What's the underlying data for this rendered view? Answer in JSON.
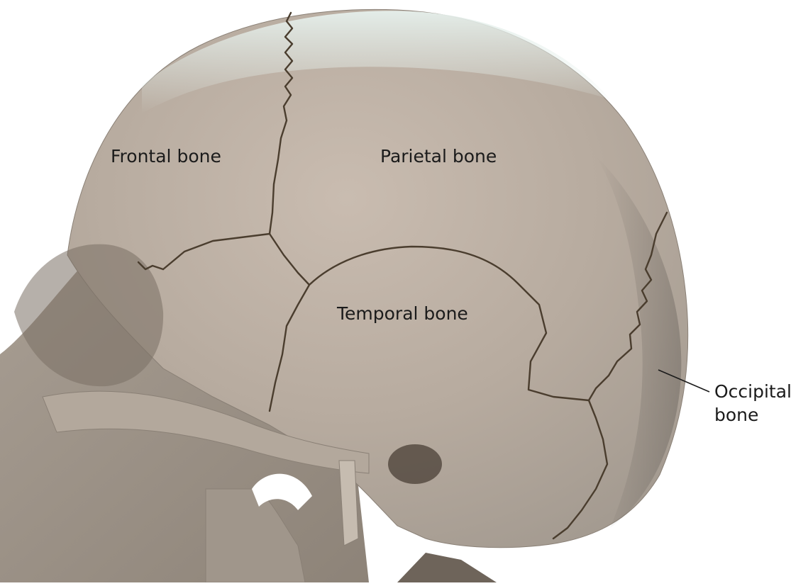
{
  "figure": {
    "labels": {
      "frontal": "Frontal bone",
      "parietal": "Parietal bone",
      "temporal": "Temporal bone",
      "occipital_line1": "Occipital",
      "occipital_line2": "bone"
    },
    "colors": {
      "background": "#ffffff",
      "bone_light": "#cfc7bd",
      "bone_mid": "#aea499",
      "bone_dark": "#7c7268",
      "crown_highlight": "#e6f0ec",
      "suture": "#4a3d2e",
      "label_text": "#1b1b1b"
    }
  }
}
